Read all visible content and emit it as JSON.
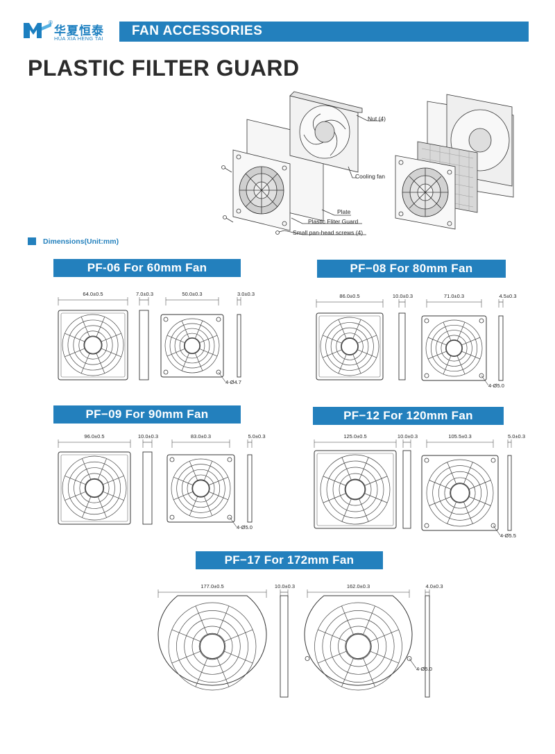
{
  "brand": {
    "registered_mark": "®",
    "name_cn": "华夏恒泰",
    "name_en": "HUA XIA HENG TAI",
    "accent_color": "#2380bd"
  },
  "header": {
    "section": "FAN ACCESSORIES"
  },
  "title": "PLASTIC FILTER GUARD",
  "exploded_view": {
    "callouts": [
      "Nut (4)",
      "Cooling fan",
      "Plate",
      "Plastic Fliter Guard",
      "Small pan-head screws (4)"
    ]
  },
  "dimensions_heading": "Dimensions(Unit:mm)",
  "models": [
    {
      "bar": "PF-06 For 60mm Fan",
      "outer": "64.0±0.5",
      "depth": "7.0±0.3",
      "hole_pitch": "50.0±0.3",
      "thickness": "3.0±0.3",
      "holes": "4-Ø4.7"
    },
    {
      "bar": "PF−08 For 80mm Fan",
      "outer": "86.0±0.5",
      "depth": "10.0±0.3",
      "hole_pitch": "71.0±0.3",
      "thickness": "4.5±0.3",
      "holes": "4-Ø5.0"
    },
    {
      "bar": "PF−09 For 90mm Fan",
      "outer": "96.0±0.5",
      "depth": "10.0±0.3",
      "hole_pitch": "83.0±0.3",
      "thickness": "5.0±0.3",
      "holes": "4-Ø5.0"
    },
    {
      "bar": "PF−12 For 120mm Fan",
      "outer": "125.0±0.5",
      "depth": "10.0±0.3",
      "hole_pitch": "105.5±0.3",
      "thickness": "5.0±0.3",
      "holes": "4-Ø5.5"
    },
    {
      "bar": "PF−17 For 172mm Fan",
      "outer": "177.0±0.5",
      "depth": "10.0±0.3",
      "hole_pitch": "162.0±0.3",
      "thickness": "4.0±0.3",
      "holes": "4-Ø5.0"
    }
  ]
}
